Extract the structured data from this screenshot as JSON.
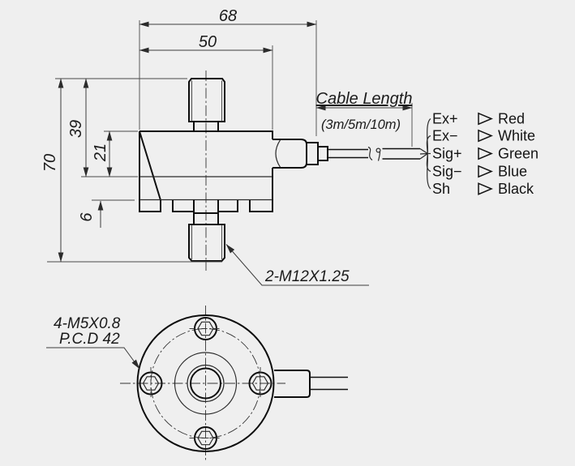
{
  "dimensions": {
    "overall_width": "68",
    "body_width": "50",
    "overall_height": "70",
    "upper_height": "39",
    "body_height": "21",
    "flange_height": "6"
  },
  "cable": {
    "label": "Cable Length",
    "lengths": "(3m/5m/10m)"
  },
  "wiring": {
    "rows": [
      {
        "signal": "Ex+",
        "color": "Red"
      },
      {
        "signal": "Ex−",
        "color": "White"
      },
      {
        "signal": "Sig+",
        "color": "Green"
      },
      {
        "signal": "Sig−",
        "color": "Blue"
      },
      {
        "signal": "Sh",
        "color": "Black"
      }
    ]
  },
  "annotations": {
    "stud_thread": "2-M12X1.25",
    "flange_holes": "4-M5X0.8",
    "pitch_circle": "P.C.D 42"
  },
  "colors": {
    "background": "#efefef",
    "object_line": "#0e0e0e",
    "dimension_line": "#3c3c3c"
  }
}
